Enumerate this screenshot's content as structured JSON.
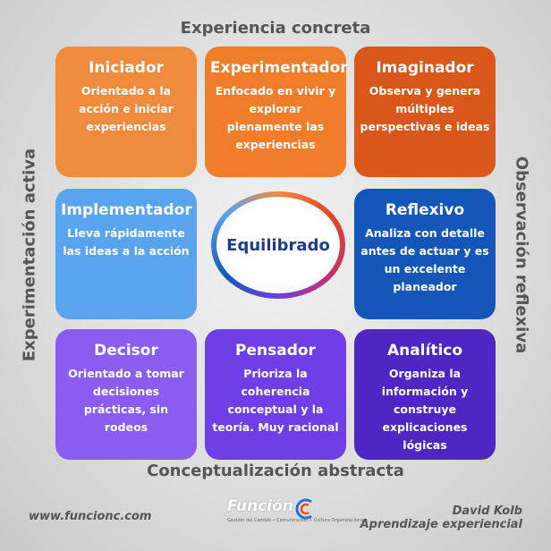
{
  "axes": {
    "top": "Experiencia concreta",
    "bottom": "Conceptualización abstracta",
    "left": "Experimentación activa",
    "right": "Observación reflexiva"
  },
  "cards": [
    {
      "title": "Iniciador",
      "description": "Orientado a la acción e iniciar experiencias",
      "color": "#f08a3c"
    },
    {
      "title": "Experimentador",
      "description": "Enfocado en vivir y explorar plenamente las experiencias",
      "color": "#ef7d2a"
    },
    {
      "title": "Imaginador",
      "description": "Observa y genera múltiples perspectivas e ideas",
      "color": "#d9571b"
    },
    {
      "title": "Implementador",
      "description": "Lleva rápidamente las ideas a la acción",
      "color": "#5aa4ee"
    },
    {
      "title": "Reflexivo",
      "description": "Analiza con detalle antes de actuar y es un excelente planeador",
      "color": "#1557b8"
    },
    {
      "title": "Decisor",
      "description": "Orientado a tomar decisiones prácticas, sin rodeos",
      "color": "#8a5df0"
    },
    {
      "title": "Pensador",
      "description": "Prioriza la coherencia conceptual y la teoría. Muy racional",
      "color": "#6e3ee6"
    },
    {
      "title": "Analítico",
      "description": "Organiza la información y construye explicaciones lógicas",
      "color": "#4e26c4"
    }
  ],
  "center": {
    "label": "Equilibrado"
  },
  "footer": {
    "website": "www.funcionc.com",
    "logo_name": "Función",
    "logo_tagline": "Gestión del Cambio • Comunicación • Cultura Organizacional",
    "author": "David Kolb",
    "subtitle": "Aprendizaje experiencial"
  }
}
